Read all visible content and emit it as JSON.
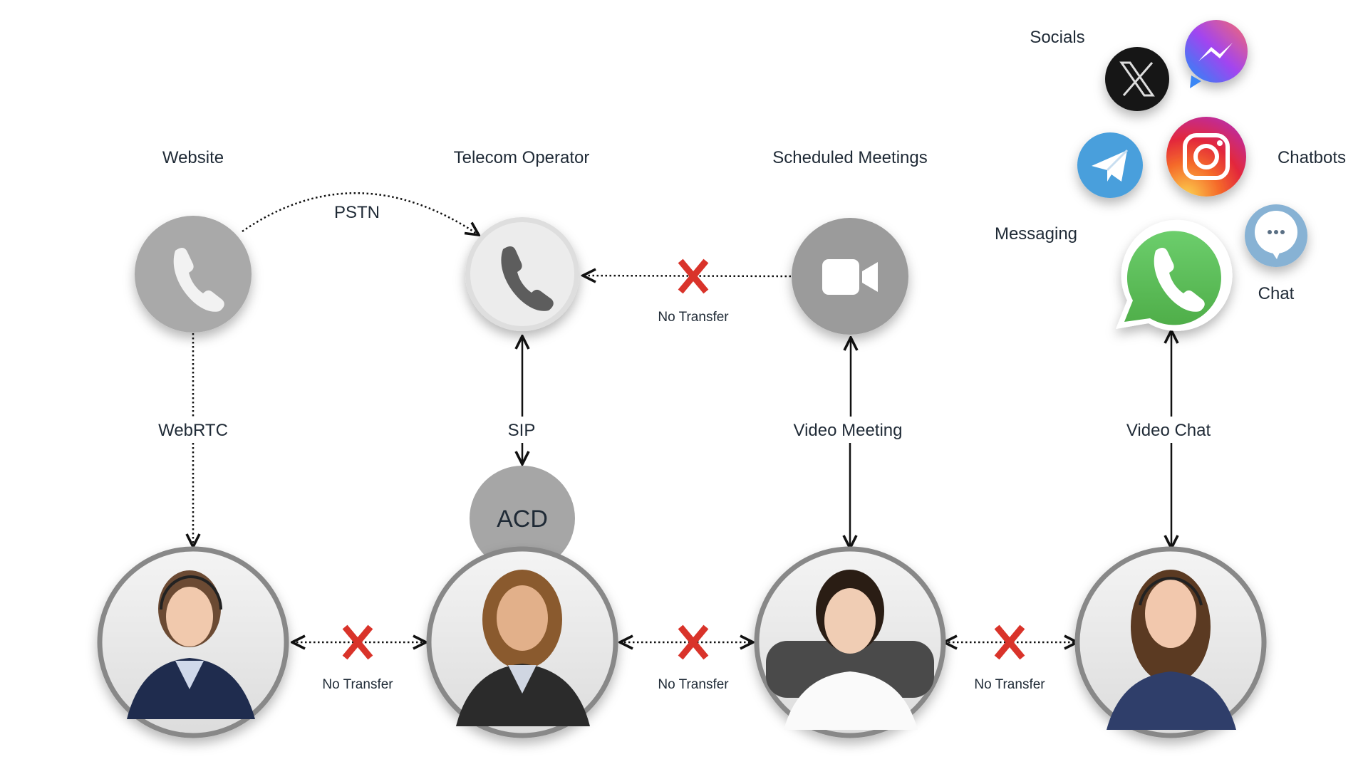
{
  "sources": {
    "website": "Website",
    "telecom": "Telecom Operator",
    "scheduled": "Scheduled Meetings",
    "socials": "Socials",
    "chatbots": "Chatbots",
    "messaging": "Messaging",
    "chat": "Chat"
  },
  "links": {
    "pstn": "PSTN",
    "webrtc": "WebRTC",
    "sip": "SIP",
    "video_meeting": "Video Meeting",
    "video_chat": "Video Chat",
    "no_transfer": "No Transfer"
  },
  "acd": "ACD",
  "icons": [
    "phone-icon",
    "video-camera-icon",
    "x-logo-icon",
    "messenger-icon",
    "telegram-icon",
    "instagram-icon",
    "whatsapp-icon",
    "chat-bubble-icon"
  ],
  "colors": {
    "cross": "#d9332a",
    "node_gray": "#a9a9a9",
    "whatsapp": "#5cc05a",
    "telegram": "#4a9fdc",
    "chat": "#87b2d4"
  }
}
